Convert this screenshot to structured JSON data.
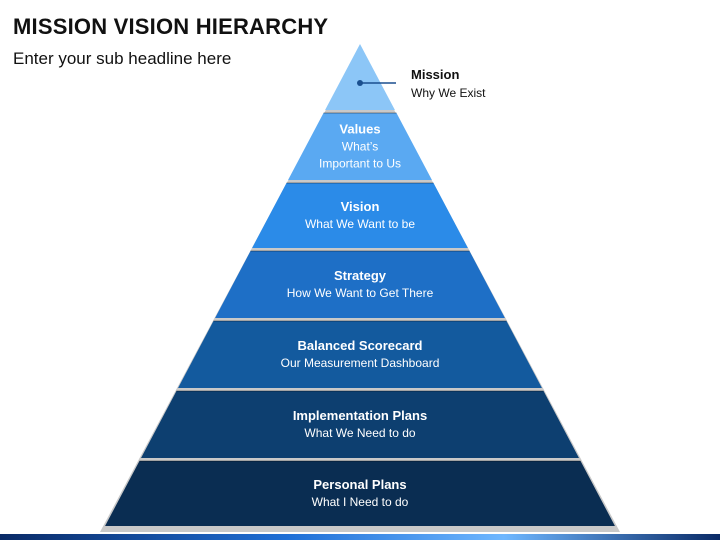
{
  "header": {
    "title": "MISSION VISION HIERARCHY",
    "subtitle": "Enter your sub headline here"
  },
  "pyramid": {
    "apex": {
      "title": "Mission",
      "subtitle": "Why We Exist",
      "color": "#8cc6f7"
    },
    "levels": [
      {
        "title": "Values",
        "lines": [
          "What’s",
          "Important to Us"
        ],
        "color": "#5aa9f2"
      },
      {
        "title": "Vision",
        "lines": [
          "What We Want to be"
        ],
        "color": "#2b8be8"
      },
      {
        "title": "Strategy",
        "lines": [
          "How We Want to Get There"
        ],
        "color": "#1e6fc6"
      },
      {
        "title": "Balanced Scorecard",
        "lines": [
          "Our Measurement Dashboard"
        ],
        "color": "#135a9e"
      },
      {
        "title": "Implementation Plans",
        "lines": [
          "What We Need to do"
        ],
        "color": "#0d3f70"
      },
      {
        "title": "Personal Plans",
        "lines": [
          "What I Need to do"
        ],
        "color": "#0a2d52"
      }
    ]
  }
}
